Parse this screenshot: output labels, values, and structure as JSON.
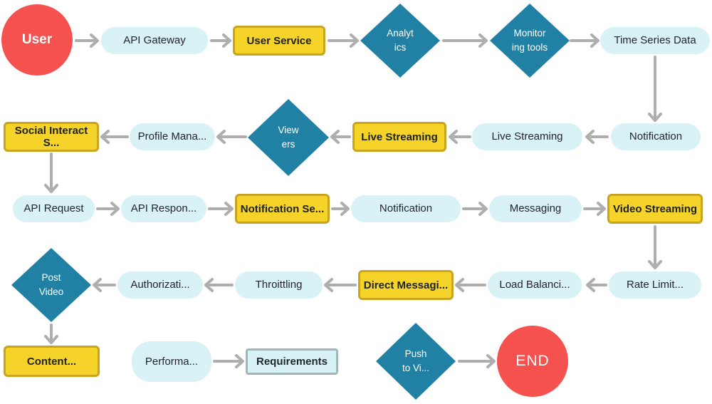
{
  "flowchart": {
    "colors": {
      "process_fill": "#d9f2f6",
      "highlight_fill": "#f5d328",
      "highlight_border": "#c9a41f",
      "decision_fill": "#2181a5",
      "terminal_fill": "#f4514f",
      "arrow": "#aeaeae",
      "requirements_border": "#9fb8bc",
      "text_dark": "#21262c",
      "text_light": "#ffffff"
    },
    "nodes": {
      "user": {
        "label": "User"
      },
      "api_gateway": {
        "label": "API Gateway"
      },
      "user_service": {
        "label": "User Service"
      },
      "analytics": {
        "label": "Analyt\nics"
      },
      "monitoring_tools": {
        "label": "Monitor\ning tools"
      },
      "time_series_data": {
        "label": "Time Series Data"
      },
      "social_interact": {
        "label": "Social Interact S..."
      },
      "profile_management": {
        "label": "Profile Mana..."
      },
      "viewers": {
        "label": "View\ners"
      },
      "live_streaming_service": {
        "label": "Live Streaming"
      },
      "live_streaming": {
        "label": "Live Streaming"
      },
      "notification_1": {
        "label": "Notification"
      },
      "api_request": {
        "label": "API Request"
      },
      "api_response": {
        "label": "API Respon..."
      },
      "notification_service": {
        "label": "Notification Se..."
      },
      "notification_2": {
        "label": "Notification"
      },
      "messaging": {
        "label": "Messaging"
      },
      "video_streaming": {
        "label": "Video Streaming"
      },
      "post_video": {
        "label": "Post\nVideo"
      },
      "authorization": {
        "label": "Authorizati..."
      },
      "throttling": {
        "label": "Throittling"
      },
      "direct_messaging": {
        "label": "Direct Messagi..."
      },
      "load_balancing": {
        "label": "Load Balanci..."
      },
      "rate_limiting": {
        "label": "Rate Limit..."
      },
      "content": {
        "label": "Content..."
      },
      "performance": {
        "label": "Performa..."
      },
      "requirements": {
        "label": "Requirements"
      },
      "push_to_viewers": {
        "label": "Push\nto Vi..."
      },
      "end": {
        "label": "END"
      }
    }
  }
}
